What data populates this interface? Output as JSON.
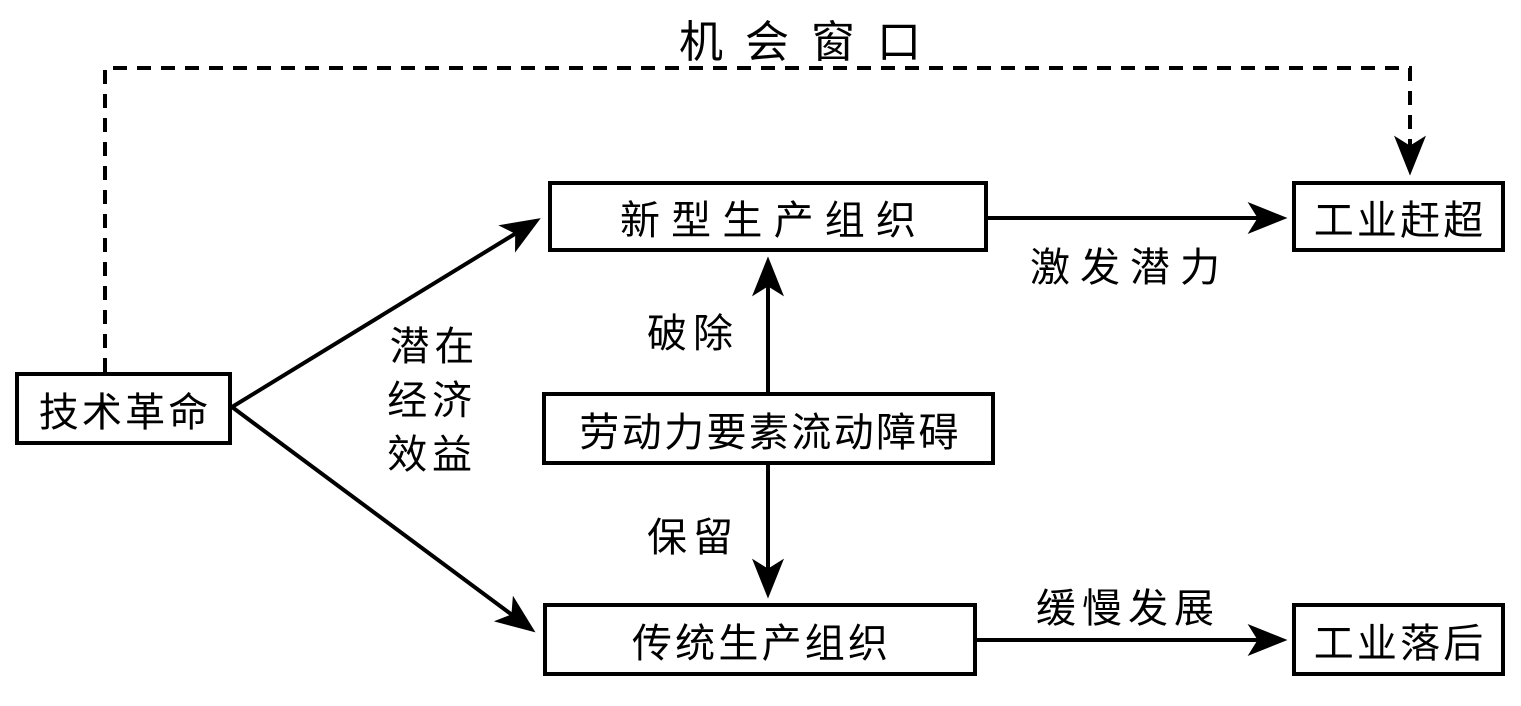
{
  "diagram": {
    "title": "technology-revolution-industrial-catchup-flowchart",
    "colors": {
      "line": "#000000",
      "text": "#000000",
      "background": "#ffffff"
    },
    "nodes": {
      "tech_revolution": {
        "label": "技术革命"
      },
      "new_production": {
        "label": "新型生产组织"
      },
      "labor_barrier": {
        "label": "劳动力要素流动障碍"
      },
      "traditional_production": {
        "label": "传统生产组织"
      },
      "industrial_catchup": {
        "label": "工业赶超"
      },
      "industrial_backward": {
        "label": "工业落后"
      }
    },
    "edge_labels": {
      "opportunity_window": "机会窗口",
      "potential_economic_benefit": "潜在\n经济\n效益",
      "break_barrier": "破除",
      "retain_barrier": "保留",
      "stimulate_potential": "激发潜力",
      "slow_development": "缓慢发展"
    },
    "edges": [
      {
        "from": "tech_revolution",
        "to": "opportunity-window-path",
        "style": "dashed",
        "ends_at": "industrial_catchup"
      },
      {
        "from": "tech_revolution",
        "to": "new_production",
        "style": "solid"
      },
      {
        "from": "tech_revolution",
        "to": "traditional_production",
        "style": "solid"
      },
      {
        "from": "labor_barrier",
        "to": "new_production",
        "style": "solid"
      },
      {
        "from": "labor_barrier",
        "to": "traditional_production",
        "style": "solid"
      },
      {
        "from": "new_production",
        "to": "industrial_catchup",
        "style": "solid"
      },
      {
        "from": "traditional_production",
        "to": "industrial_backward",
        "style": "solid"
      }
    ]
  }
}
